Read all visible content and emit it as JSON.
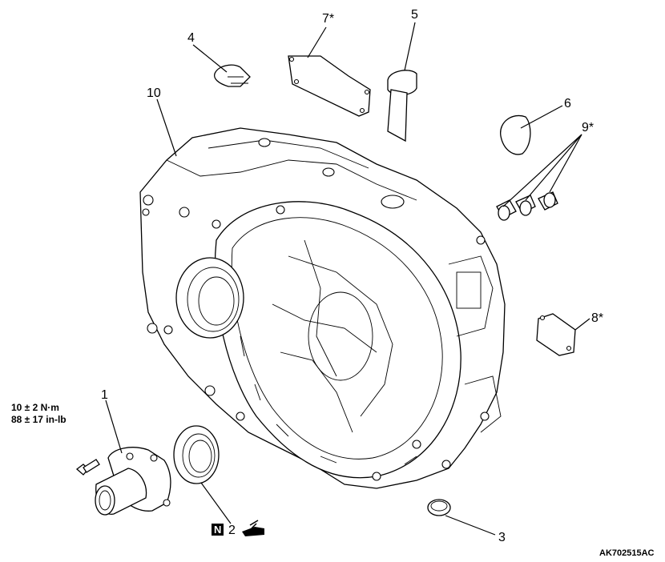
{
  "diagram": {
    "code": "AK702515AC",
    "torque": {
      "metric": "10 ± 2 N·m",
      "imperial": "88 ± 17 in-lb"
    },
    "callouts": {
      "p1": "1",
      "p2": "2",
      "p3": "3",
      "p4": "4",
      "p5": "5",
      "p6": "6",
      "p7": "7*",
      "p8": "8*",
      "p9": "9*",
      "p10": "10"
    },
    "new_part_symbol": "N"
  }
}
